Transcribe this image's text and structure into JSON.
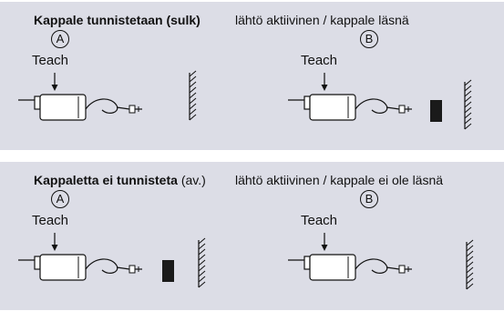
{
  "panels": [
    {
      "title_bold": "Kappale tunnistetaan (sulk)",
      "title_paren": "",
      "description": "lähtö aktiivinen / kappale läsnä",
      "scenes": [
        {
          "letter": "A",
          "teach_label": "Teach",
          "object_present": false
        },
        {
          "letter": "B",
          "teach_label": "Teach",
          "object_present": true
        }
      ]
    },
    {
      "title_bold": "Kappaletta ei tunnisteta",
      "title_paren": "(av.)",
      "description": "lähtö aktiivinen / kappale ei ole läsnä",
      "scenes": [
        {
          "letter": "A",
          "teach_label": "Teach",
          "object_present": true
        },
        {
          "letter": "B",
          "teach_label": "Teach",
          "object_present": false
        }
      ]
    }
  ],
  "colors": {
    "panel_bg": "#dcdde6",
    "ink": "#111111",
    "sensor_body": "#ffffff",
    "target_object": "#1a1a1a"
  }
}
